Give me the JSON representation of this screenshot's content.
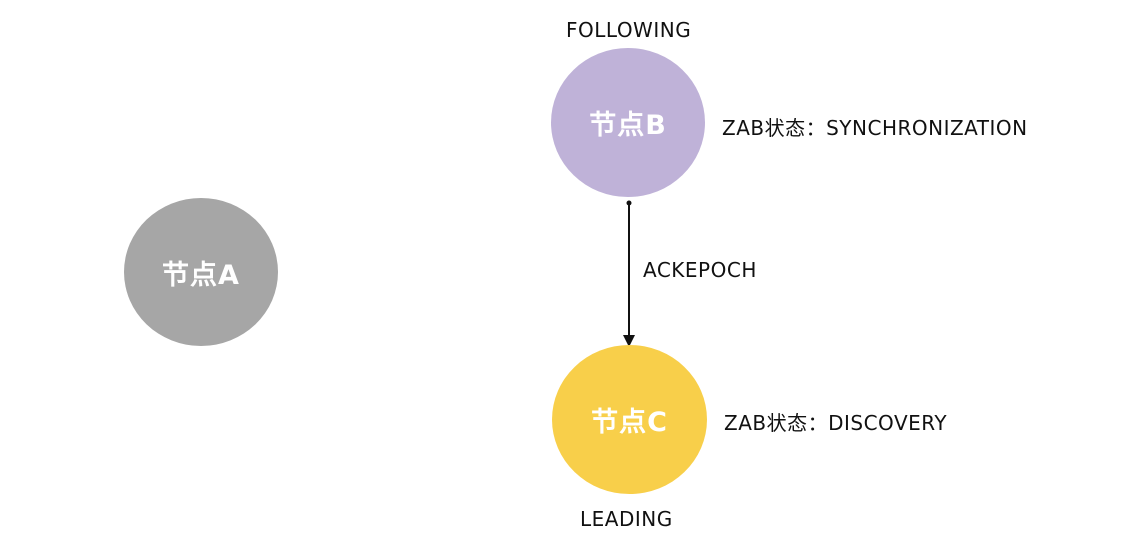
{
  "nodes": {
    "a": {
      "label": "节点A",
      "color": "#a6a6a6"
    },
    "b": {
      "label": "节点B",
      "color": "#bfb2d8",
      "role": "FOLLOWING",
      "state": "ZAB状态：SYNCHRONIZATION"
    },
    "c": {
      "label": "节点C",
      "color": "#f8cf4a",
      "role": "LEADING",
      "state": "ZAB状态：DISCOVERY"
    }
  },
  "edges": [
    {
      "from": "节点B",
      "to": "节点C",
      "label": "ACKEPOCH"
    }
  ]
}
